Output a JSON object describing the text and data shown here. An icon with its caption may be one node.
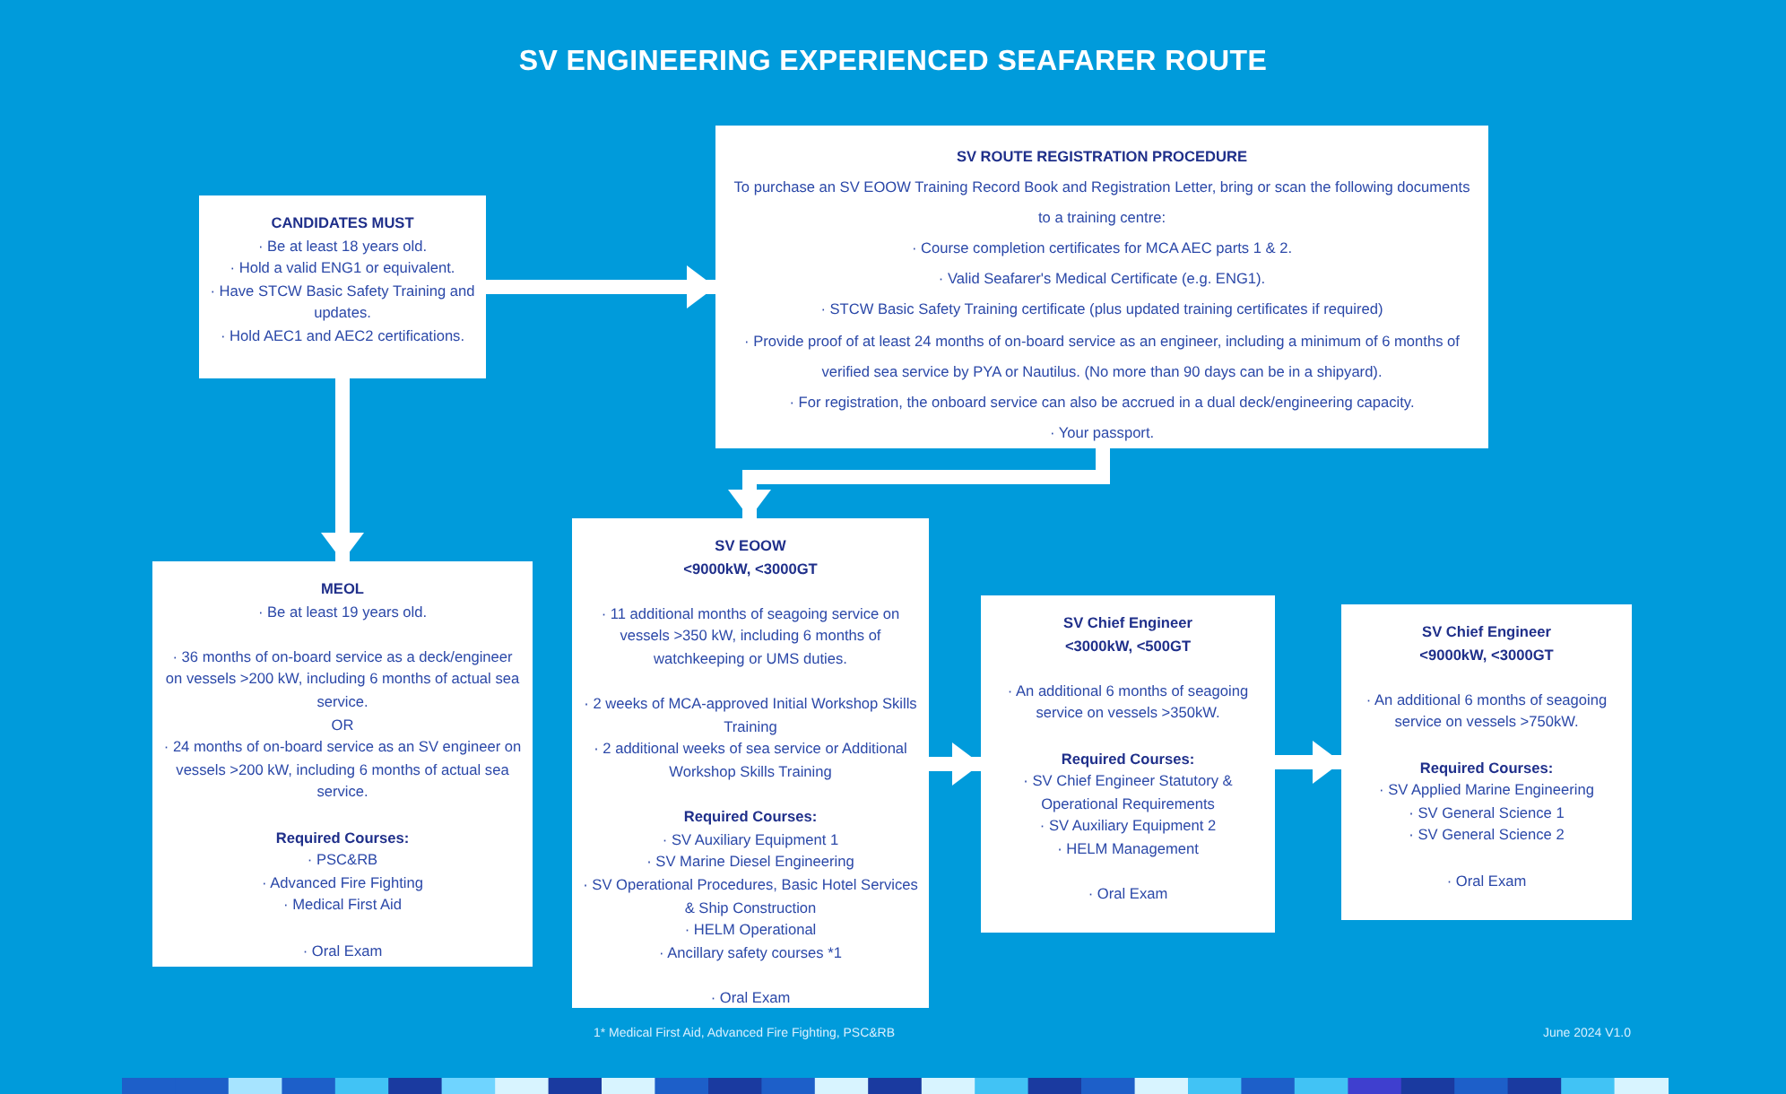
{
  "diagram": {
    "title": "SV ENGINEERING EXPERIENCED SEAFARER ROUTE",
    "nodes": [
      {
        "text": [
          "CANDIDATES MUST",
          "· Be at least 18 years old.",
          "· Hold a valid ENG1 or equivalent.",
          "· Have STCW Basic Safety Training and updates.",
          "· Hold AEC1 and AEC2 certifications."
        ]
      },
      {
        "text": [
          "SV ROUTE REGISTRATION PROCEDURE",
          "To purchase an SV EOOW Training Record Book and Registration Letter, bring or scan the following documents to a training centre:",
          "· Course completion certificates for MCA AEC parts 1 & 2.",
          "· Valid Seafarer's Medical Certificate (e.g. ENG1).",
          "· STCW Basic Safety Training certificate (plus updated training certificates if required)",
          "· Provide proof of at least 24 months of on-board service as an engineer, including a minimum of 6 months of verified sea service by PYA or Nautilus. (No more than 90 days can be in a shipyard).",
          "· For registration, the onboard service can also be accrued in a dual deck/engineering capacity.",
          "· Your passport."
        ]
      },
      {
        "text": [
          "MEOL",
          "· Be at least 19 years old.",
          "· 36 months of on-board service as a deck/engineer on vessels >200 kW, including 6 months of actual sea service.",
          "OR",
          "· 24 months of on-board service as an SV engineer on vessels >200 kW, including 6 months of actual sea service.",
          "Required Courses:",
          "· PSC&RB",
          "· Advanced Fire Fighting",
          "· Medical First Aid",
          "· Oral Exam"
        ]
      },
      {
        "text": [
          "SV EOOW",
          "<9000kW, <3000GT",
          "· 11 additional months of seagoing service on vessels >350 kW, including 6 months of watchkeeping or UMS duties.",
          "· 2 weeks of MCA-approved Initial Workshop Skills Training",
          "· 2 additional weeks of sea service or Additional Workshop Skills Training",
          "Required Courses:",
          "· SV Auxiliary Equipment 1",
          "· SV Marine Diesel Engineering",
          "· SV Operational Procedures, Basic Hotel Services & Ship Construction",
          "· HELM Operational",
          "· Ancillary safety courses *1",
          "· Oral Exam"
        ]
      },
      {
        "text": [
          "SV Chief Engineer",
          "<3000kW, <500GT",
          "· An additional 6 months of seagoing service on vessels >350kW.",
          "Required Courses:",
          "· SV Chief Engineer Statutory & Operational Requirements",
          "· SV Auxiliary Equipment 2",
          "· HELM Management",
          "· Oral Exam"
        ]
      },
      {
        "text": [
          "SV Chief Engineer",
          "<9000kW, <3000GT",
          "· An additional 6 months of seagoing service on vessels >750kW.",
          "Required Courses:",
          "· SV Applied Marine Engineering",
          "· SV General Science 1",
          "· SV General Science 2",
          "· Oral Exam"
        ]
      }
    ],
    "edges": [
      {
        "from": 0,
        "to": 1,
        "arrow": "to"
      },
      {
        "from": 0,
        "to": 2,
        "arrow": "to"
      },
      {
        "from": 1,
        "to": 3,
        "arrow": "to"
      },
      {
        "from": 3,
        "to": 4,
        "arrow": "to"
      },
      {
        "from": 4,
        "to": 5,
        "arrow": "to"
      }
    ],
    "labels": [
      "1*  Medical First Aid, Advanced Fire Fighting, PSC&RB",
      "June 2024 V1.0"
    ]
  }
}
